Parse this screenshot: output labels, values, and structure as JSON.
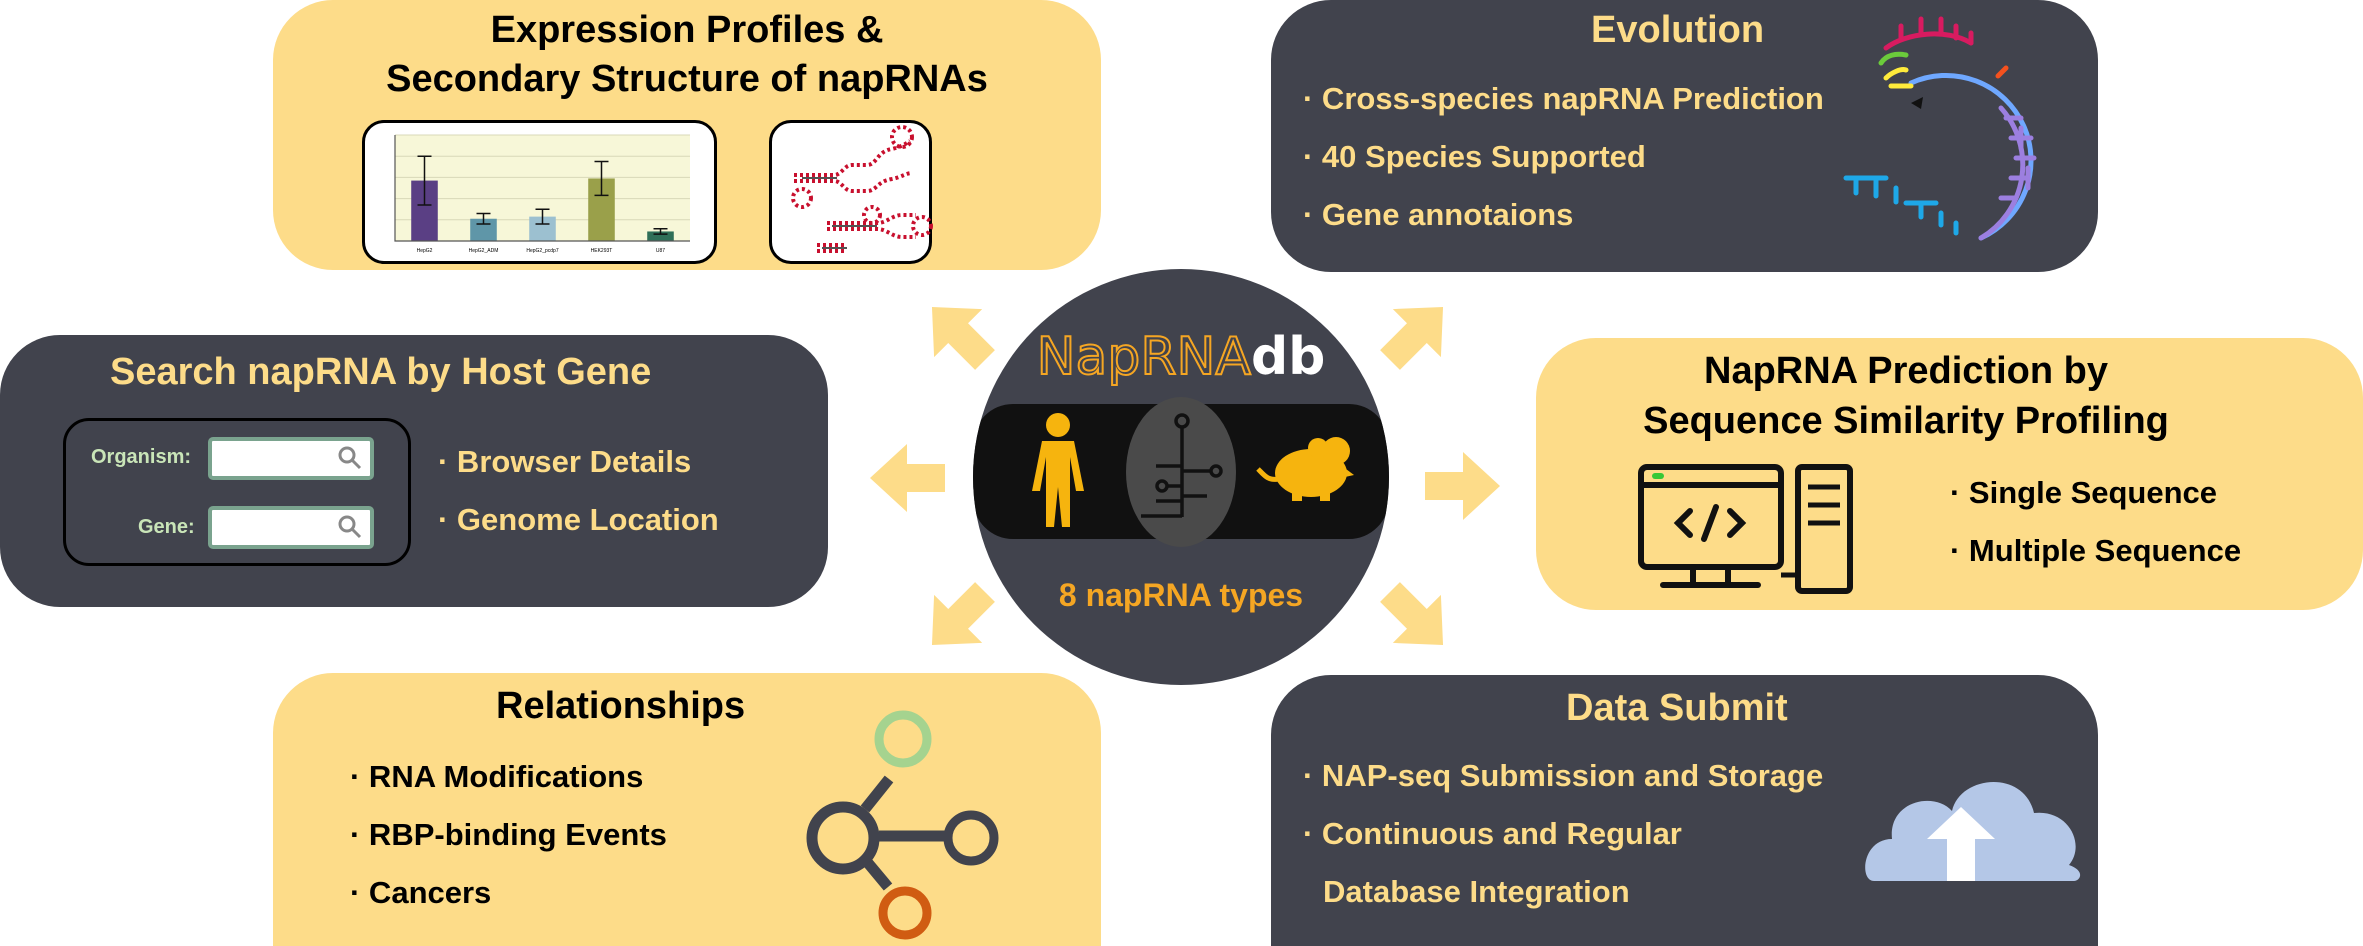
{
  "panels": {
    "expression": {
      "title_line1": "Expression Profiles &",
      "title_line2": "Secondary Structure of napRNAs"
    },
    "evolution": {
      "title": "Evolution",
      "bullets": [
        "· Cross-species napRNA Prediction",
        "· 40 Species Supported",
        "· Gene annotaions"
      ]
    },
    "search": {
      "title": "Search napRNA by Host Gene",
      "organism_label": "Organism:",
      "gene_label": "Gene:",
      "bullets": [
        "· Browser Details",
        "· Genome Location"
      ]
    },
    "prediction": {
      "title_line1": "NapRNA Prediction by",
      "title_line2": "Sequence Similarity Profiling",
      "bullets": [
        "· Single Sequence",
        "· Multiple Sequence"
      ]
    },
    "relationships": {
      "title": "Relationships",
      "bullets": [
        "· RNA Modifications",
        "· RBP-binding Events",
        "· Cancers"
      ]
    },
    "submit": {
      "title": "Data Submit",
      "bullets": [
        "· NAP-seq Submission and Storage",
        "· Continuous and Regular",
        "Database Integration"
      ]
    }
  },
  "center": {
    "logo_part1": "NapRNA",
    "logo_part2": "db",
    "subtitle": "8 napRNA types"
  },
  "colors": {
    "yellow_panel": "#fddc89",
    "dark_panel": "#41434d",
    "accent_orange": "#f5a623",
    "arrow": "#fddc89"
  },
  "chart_data": {
    "type": "bar",
    "categories": [
      "HepG2",
      "HepG2_ADM",
      "HepG2_pcdp7",
      "HEK293T",
      "U87"
    ],
    "values": [
      570,
      210,
      230,
      590,
      90
    ],
    "errors": [
      230,
      50,
      70,
      160,
      25
    ],
    "colors": [
      "#5a3f84",
      "#5f96a8",
      "#9cc0d0",
      "#9aa04a",
      "#2f6f58"
    ],
    "ylim": [
      0,
      1000
    ]
  }
}
